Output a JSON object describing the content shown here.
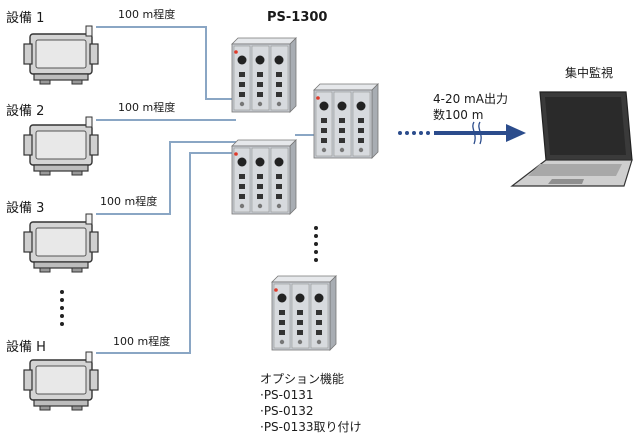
{
  "model": "PS-1300",
  "equipment": [
    {
      "label": "設備 1",
      "distance": "100 m程度"
    },
    {
      "label": "設備 2",
      "distance": "100 m程度"
    },
    {
      "label": "設備 3",
      "distance": "100 m程度"
    },
    {
      "label": "設備 H",
      "distance": "100 m程度"
    }
  ],
  "output": {
    "line1": "4-20 mA出力",
    "line2": "数100 m"
  },
  "monitor": "集中監視",
  "options": {
    "title": "オプション機能",
    "items": [
      "·PS-0131",
      "·PS-0132",
      "·PS-0133取り付け"
    ]
  },
  "colors": {
    "wire": "#8aa6c4",
    "arrow": "#2b4c8c",
    "unit_body": "#c9cdd2",
    "machine": "#d4d4d4"
  }
}
